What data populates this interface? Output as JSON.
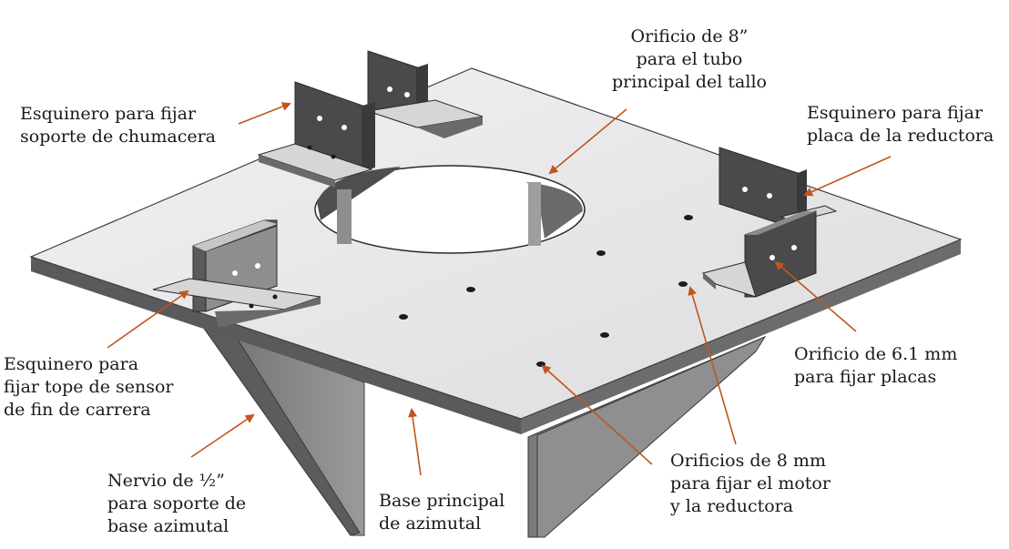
{
  "colors": {
    "plate_top": "#e9e9eb",
    "plate_edge": "#5a5a5c",
    "bracket": "#4a4a4c",
    "bracket_light": "#d9d9db",
    "rib": "#8a8a8c",
    "arrow": "#c0561c",
    "hole": "#1c1c1c"
  },
  "labels": {
    "orificio_tubo": [
      "Orificio de 8”",
      "para el tubo",
      "principal del tallo"
    ],
    "esquinero_chumacera": [
      "Esquinero para fijar",
      "soporte de chumacera"
    ],
    "esquinero_reductora": [
      "Esquinero para fijar",
      "placa de la reductora"
    ],
    "esquinero_sensor": [
      "Esquinero para",
      "fijar tope de sensor",
      "de fin de carrera"
    ],
    "orificio_placas": [
      "Orificio de 6.1 mm",
      "para fijar placas"
    ],
    "nervio": [
      "Nervio de ½”",
      "para soporte de",
      "base azimutal"
    ],
    "base_principal": [
      "Base principal",
      "de azimutal"
    ],
    "orificios_motor": [
      "Orificios de 8 mm",
      "para fijar el motor",
      "y la reductora"
    ]
  }
}
